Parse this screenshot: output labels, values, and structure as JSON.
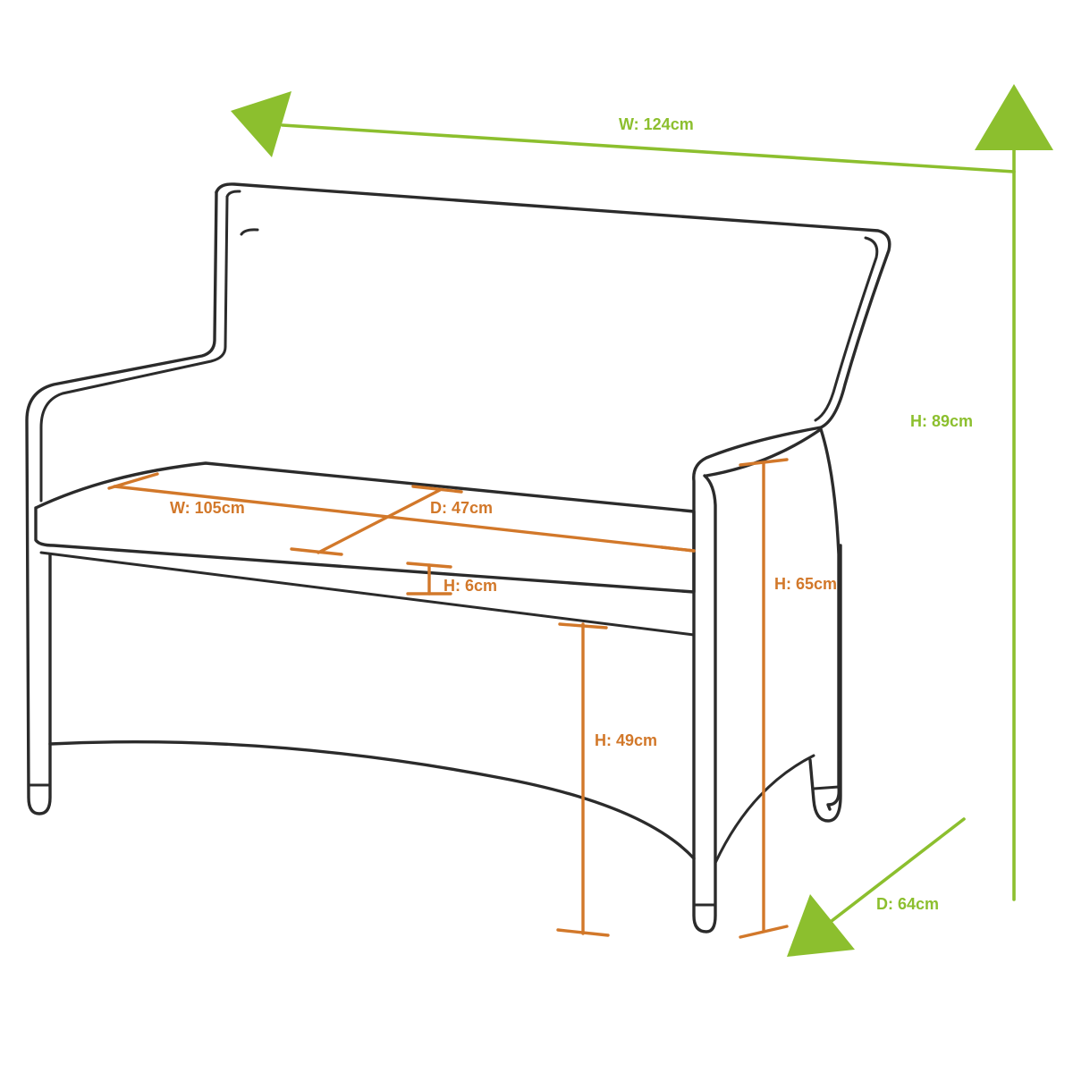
{
  "colors": {
    "outer_dimension": "#8cbf2e",
    "inner_dimension": "#d2782a",
    "outline": "#2b2b2b",
    "background": "#ffffff"
  },
  "outer_dimensions": {
    "width": "W: 124cm",
    "height": "H: 89cm",
    "depth": "D: 64cm"
  },
  "inner_dimensions": {
    "seat_width": "W: 105cm",
    "seat_depth": "D: 47cm",
    "cushion_height": "H: 6cm",
    "arm_height": "H: 65cm",
    "seat_height": "H: 49cm"
  }
}
